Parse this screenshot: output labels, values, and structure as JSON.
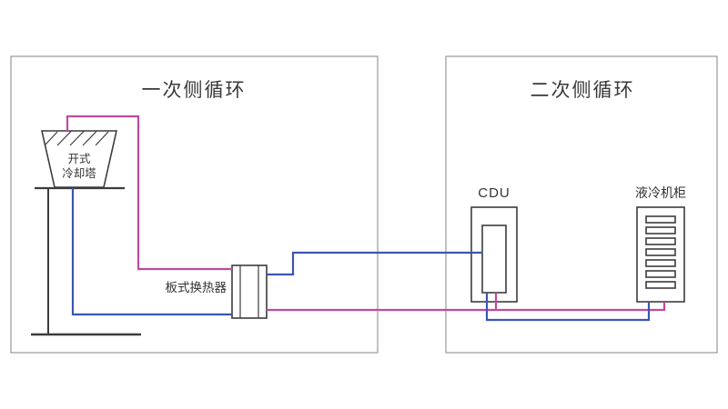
{
  "diagram": {
    "title_primary": "一次侧循环",
    "title_secondary": "二次侧循环",
    "cooling_tower_label_line1": "开式",
    "cooling_tower_label_line2": "冷却塔",
    "heat_exchanger_label": "板式换热器",
    "cdu_label": "CDU",
    "cabinet_label": "液冷机柜",
    "colors": {
      "hot_pipe": "#c2499e",
      "cold_pipe": "#3c56b0",
      "outline": "#3c3c3c",
      "box_border": "#9a9a9a"
    }
  }
}
